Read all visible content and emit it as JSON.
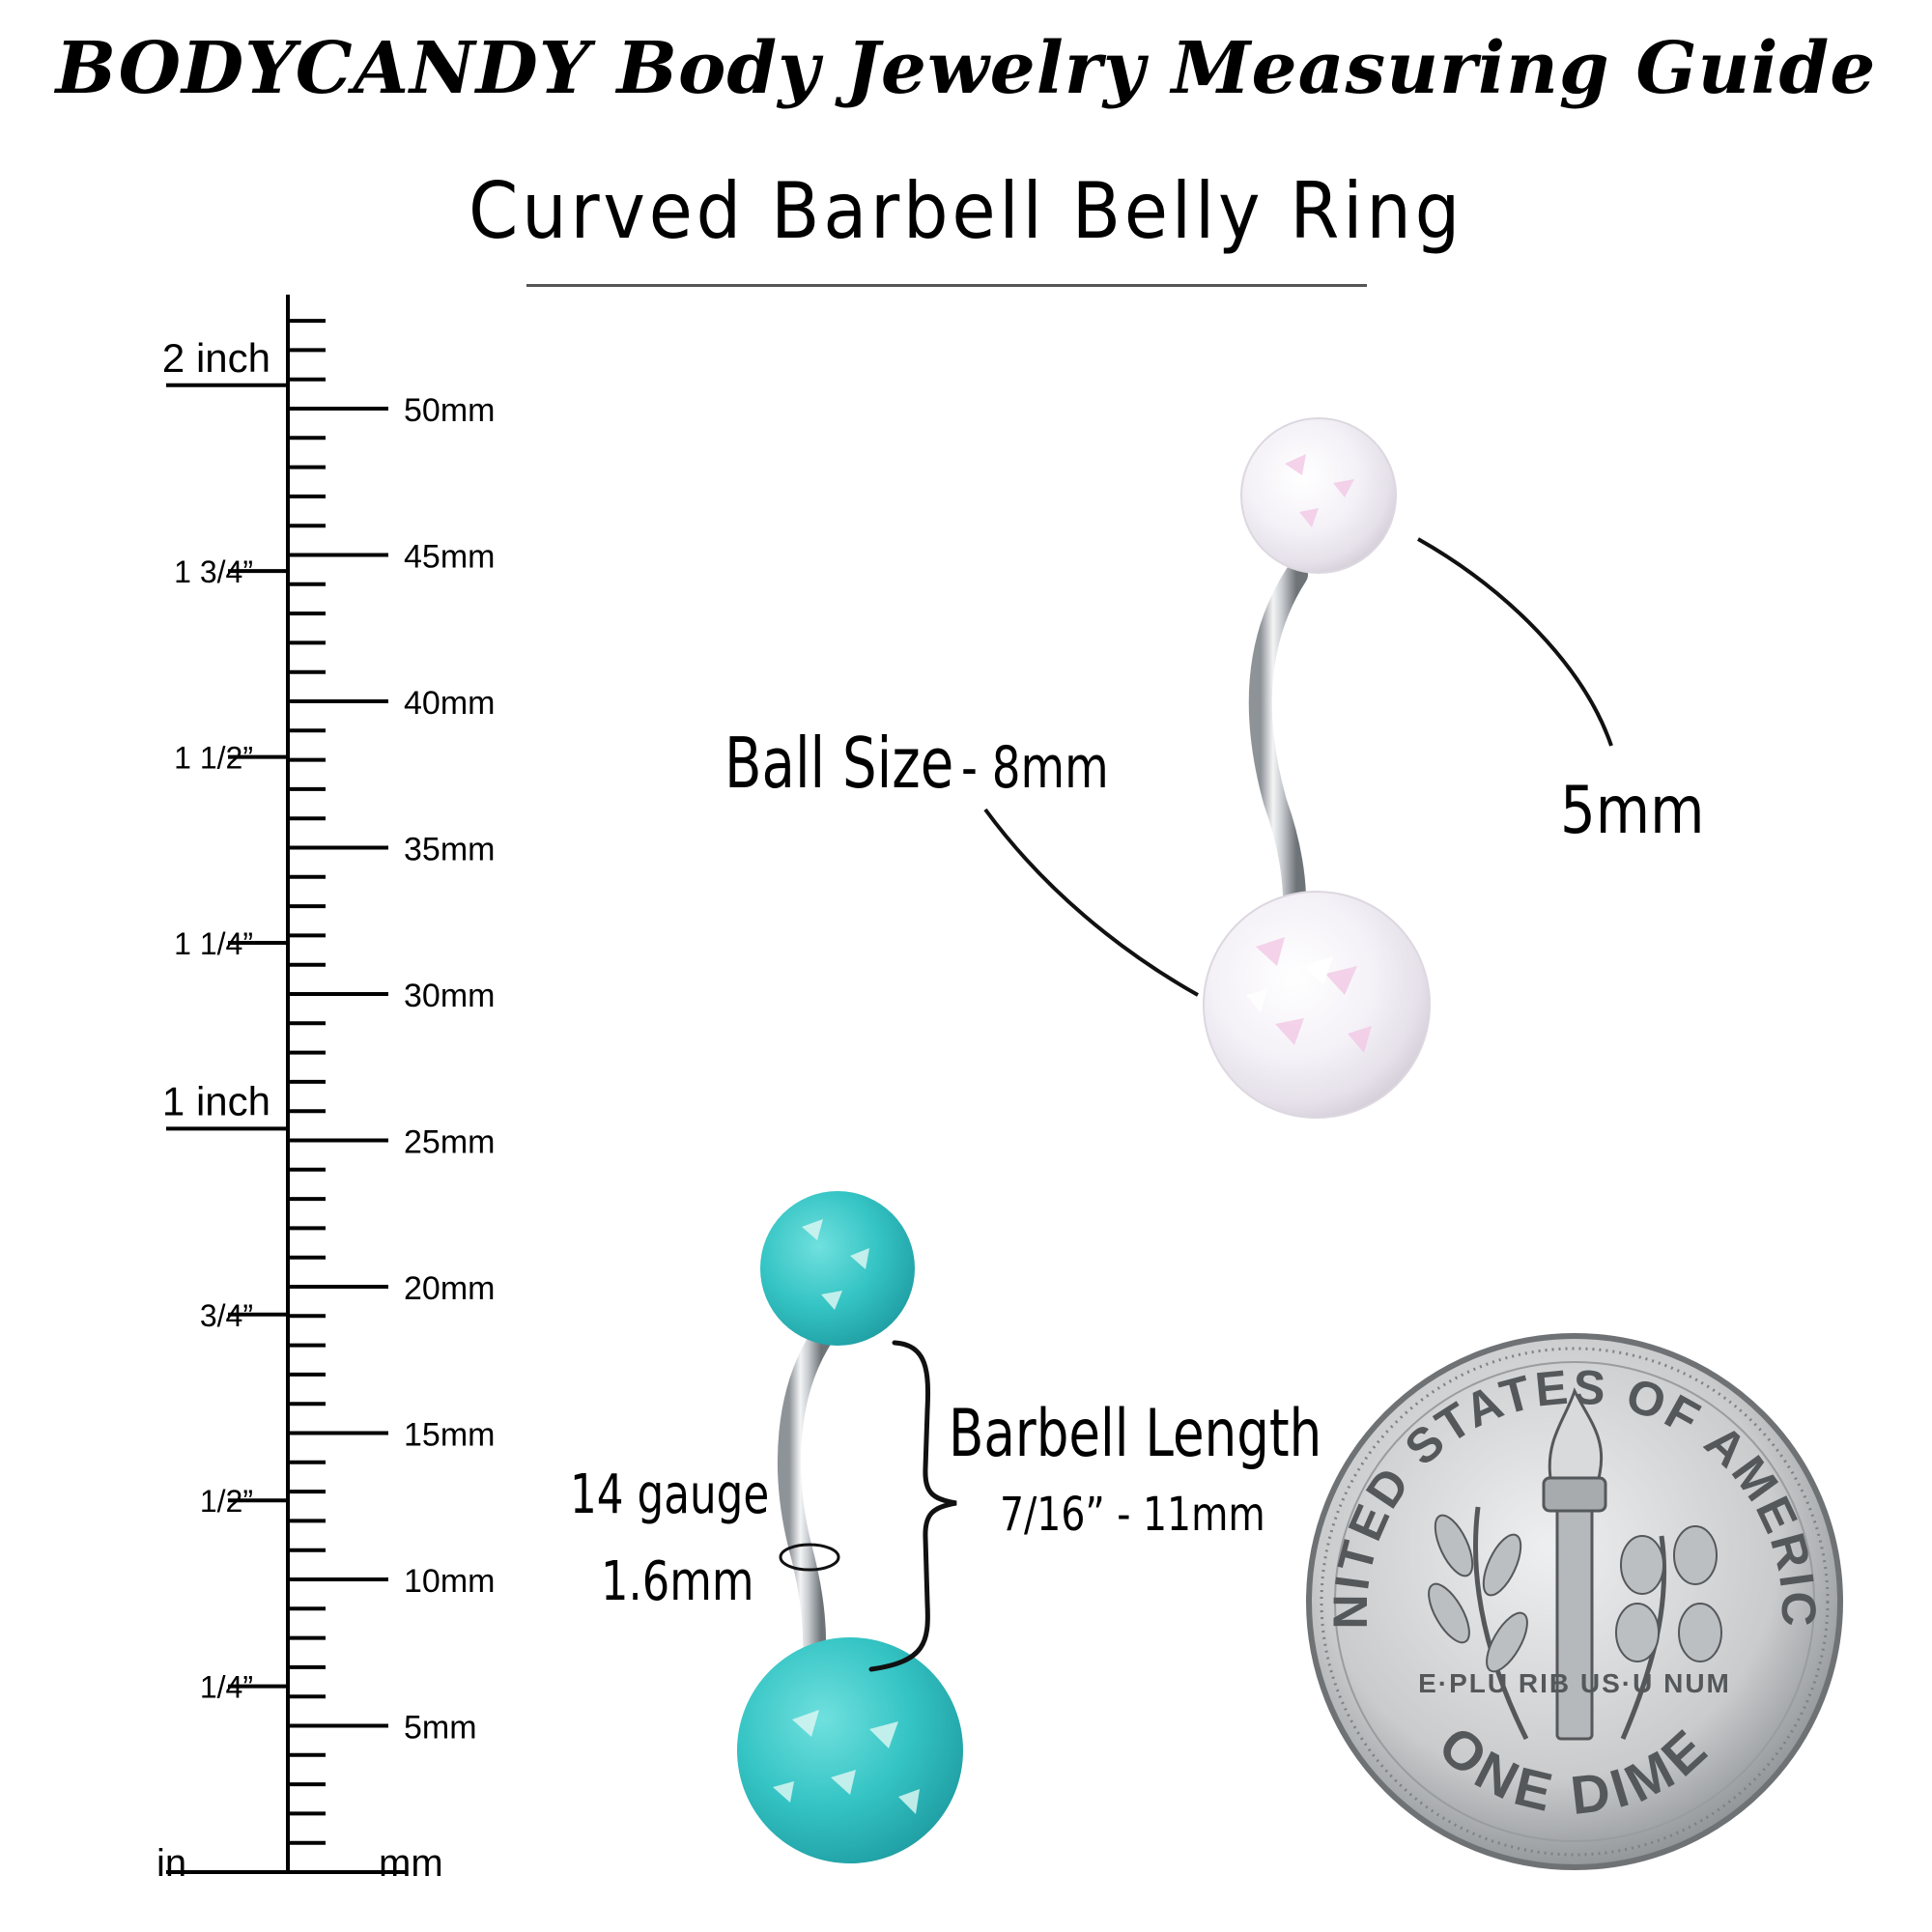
{
  "header": {
    "title": "BODYCANDY Body Jewelry Measuring Guide",
    "subtitle": "Curved Barbell Belly Ring"
  },
  "ruler": {
    "inch_labels": [
      {
        "text": "2 inch",
        "inches": 2
      },
      {
        "text": "1 3/4”",
        "inches": 1.75
      },
      {
        "text": "1 1/2”",
        "inches": 1.5
      },
      {
        "text": "1 1/4”",
        "inches": 1.25
      },
      {
        "text": "1 inch",
        "inches": 1
      },
      {
        "text": "3/4”",
        "inches": 0.75
      },
      {
        "text": "1/2”",
        "inches": 0.5
      },
      {
        "text": "1/4”",
        "inches": 0.25
      }
    ],
    "mm_labels": [
      {
        "text": "50mm",
        "mm": 50
      },
      {
        "text": "45mm",
        "mm": 45
      },
      {
        "text": "40mm",
        "mm": 40
      },
      {
        "text": "35mm",
        "mm": 35
      },
      {
        "text": "30mm",
        "mm": 30
      },
      {
        "text": "25mm",
        "mm": 25
      },
      {
        "text": "20mm",
        "mm": 20
      },
      {
        "text": "15mm",
        "mm": 15
      },
      {
        "text": "10mm",
        "mm": 10
      },
      {
        "text": "5mm",
        "mm": 5
      }
    ],
    "unit_in": "in",
    "unit_mm": "mm"
  },
  "annotations": {
    "ball_size_label": "Ball Size",
    "ball_size_value": "- 8mm",
    "top_ball_size": "5mm",
    "gauge": "14 gauge",
    "gauge_mm": "1.6mm",
    "length_label": "Barbell Length",
    "length_value": "7/16” - 11mm"
  },
  "dime": {
    "top_text": "UNITED STATES OF AMERICA",
    "motto": "E·PLU RIB US·U NUM",
    "bottom_text": "ONE DIME"
  },
  "colors": {
    "teal": "#35c4c4",
    "opal_white": "#f4f1f7",
    "steel": "#c8ccd0",
    "silver": "#c9cbcd"
  }
}
